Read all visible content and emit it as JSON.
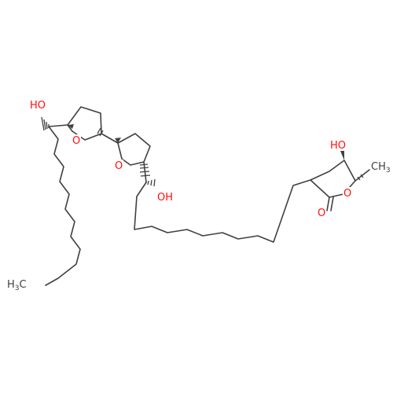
{
  "molecule": {
    "labels": {
      "oh_top_left": "HO",
      "o_ring1": "O",
      "o_ring2": "O",
      "oh_mid": "OH",
      "oh_lactone": "HO",
      "ch3_right": "CH",
      "o_lactone_ring": "O",
      "o_carbonyl": "O",
      "ch3_terminal_base": "H",
      "ch3_terminal_tail": "C"
    },
    "subscripts": {
      "ch3_right": "3",
      "ch3_terminal": "3"
    },
    "colors": {
      "bond": "#404040",
      "heteroatom": "#ff0d0d"
    }
  }
}
